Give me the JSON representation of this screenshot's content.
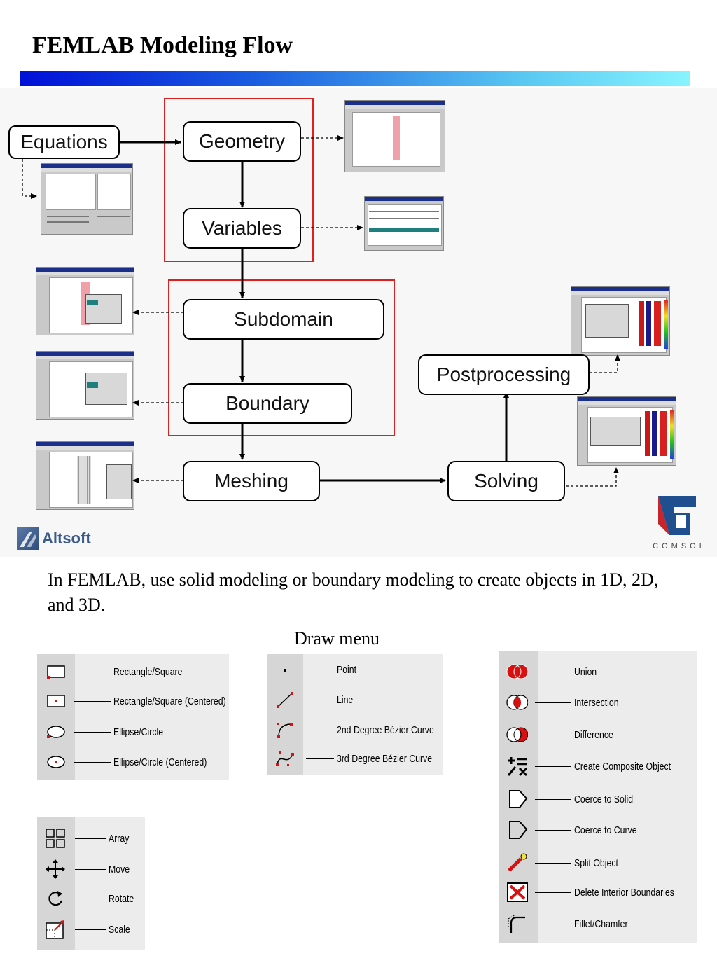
{
  "page": {
    "title": "FEMLAB Modeling Flow"
  },
  "flow": {
    "nodes": {
      "equations": "Equations",
      "geometry": "Geometry",
      "variables": "Variables",
      "subdomain": "Subdomain",
      "boundary": "Boundary",
      "meshing": "Meshing",
      "solving": "Solving",
      "postprocessing": "Postprocessing"
    }
  },
  "logos": {
    "altsoft": "Altsoft",
    "comsol": "COMSOL"
  },
  "body": {
    "paragraph": "In FEMLAB, use solid modeling or boundary modeling to create objects in 1D, 2D, and 3D.",
    "caption": "Draw menu"
  },
  "toolbars": {
    "shapes": [
      {
        "label": "Rectangle/Square",
        "icon": "rectangle-icon"
      },
      {
        "label": "Rectangle/Square (Centered)",
        "icon": "rectangle-centered-icon"
      },
      {
        "label": "Ellipse/Circle",
        "icon": "ellipse-icon"
      },
      {
        "label": "Ellipse/Circle (Centered)",
        "icon": "ellipse-centered-icon"
      }
    ],
    "curves": [
      {
        "label": "Point",
        "icon": "point-icon"
      },
      {
        "label": "Line",
        "icon": "line-icon"
      },
      {
        "label": "2nd Degree Bézier Curve",
        "icon": "bezier2-icon"
      },
      {
        "label": "3rd Degree Bézier Curve",
        "icon": "bezier3-icon"
      }
    ],
    "transforms": [
      {
        "label": "Array",
        "icon": "array-icon"
      },
      {
        "label": "Move",
        "icon": "move-icon"
      },
      {
        "label": "Rotate",
        "icon": "rotate-icon"
      },
      {
        "label": "Scale",
        "icon": "scale-icon"
      }
    ],
    "booleans": [
      {
        "label": "Union",
        "icon": "union-icon"
      },
      {
        "label": "Intersection",
        "icon": "intersection-icon"
      },
      {
        "label": "Difference",
        "icon": "difference-icon"
      },
      {
        "label": "Create Composite Object",
        "icon": "composite-icon"
      },
      {
        "label": "Coerce to Solid",
        "icon": "coerce-solid-icon"
      },
      {
        "label": "Coerce to Curve",
        "icon": "coerce-curve-icon"
      },
      {
        "label": "Split Object",
        "icon": "split-icon"
      },
      {
        "label": "Delete Interior Boundaries",
        "icon": "delete-interior-icon"
      },
      {
        "label": "Fillet/Chamfer",
        "icon": "fillet-icon"
      }
    ]
  },
  "colors": {
    "group_outline": "#e02020",
    "accent_red": "#d81010"
  }
}
